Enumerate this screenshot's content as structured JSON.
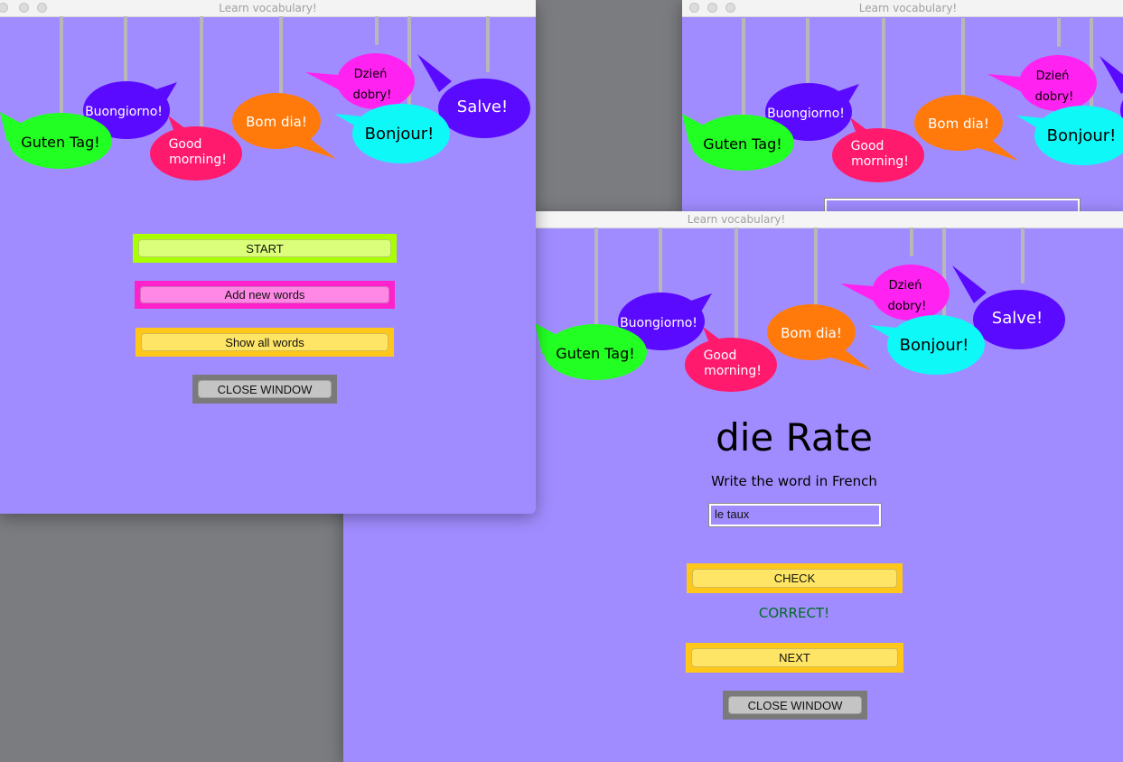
{
  "windows": {
    "menu": {
      "title": "Learn vocabulary!"
    },
    "back": {
      "title": "Learn vocabulary!"
    },
    "quiz": {
      "title": "Learn vocabulary!"
    }
  },
  "greetings": {
    "guten_tag": "Guten Tag!",
    "buongiorno": "Buongiorno!",
    "good_morning_1": "Good",
    "good_morning_2": "morning!",
    "bom_dia": "Bom dia!",
    "dzien_dobry_1": "Dzień",
    "dzien_dobry_2": "dobry!",
    "bonjour": "Bonjour!",
    "salve": "Salve!"
  },
  "colors": {
    "window_bg": "#a18cff",
    "green": "#22ff22",
    "purple": "#5a0aff",
    "pink": "#ff1a6e",
    "orange": "#ff7a0a",
    "magenta": "#ff22f0",
    "cyan": "#0ff8f8",
    "correct_text": "#006b1e"
  },
  "menu": {
    "start_label": "START",
    "add_words_label": "Add new words",
    "show_words_label": "Show all words",
    "close_label": "CLOSE WINDOW"
  },
  "quiz": {
    "word": "die Rate",
    "instruction": "Write the word in French",
    "answer_value": "le taux",
    "check_label": "CHECK",
    "feedback": "CORRECT!",
    "next_label": "NEXT",
    "close_label": "CLOSE WINDOW"
  }
}
